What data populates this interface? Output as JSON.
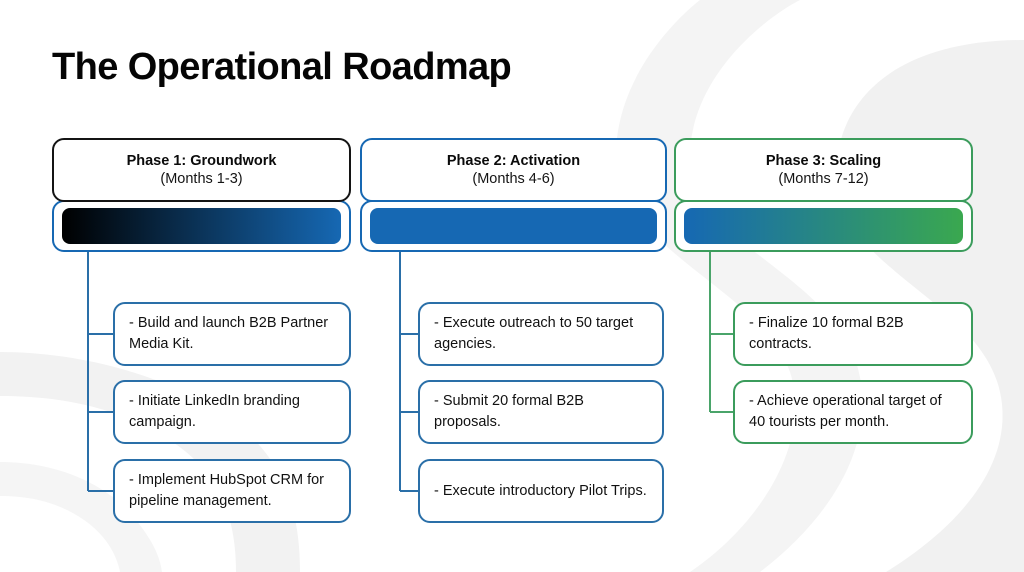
{
  "page": {
    "title": "The Operational Roadmap",
    "background_color": "#ffffff"
  },
  "colors": {
    "blue": "#1668b3",
    "green": "#3b9c5c",
    "black": "#000000",
    "connector_blue": "#2a6fa8",
    "connector_green": "#4aa46a",
    "decor_gray": "#f0f0f0"
  },
  "phases": [
    {
      "id": "phase-1",
      "title": "Phase 1: Groundwork",
      "months": "(Months 1-3)",
      "header_border": "#141414",
      "frame_border": "#1668b3",
      "bar_gradient_from": "#000000",
      "bar_gradient_to": "#1668b3",
      "connector_color": "#2a6fa8",
      "task_border": "#2a6fa8",
      "tasks": [
        "- Build and launch B2B Partner Media Kit.",
        "- Initiate LinkedIn branding campaign.",
        "- Implement HubSpot CRM for pipeline management."
      ]
    },
    {
      "id": "phase-2",
      "title": "Phase 2: Activation",
      "months": "(Months 4-6)",
      "header_border": "#1668b3",
      "frame_border": "#1668b3",
      "bar_gradient_from": "#1668b3",
      "bar_gradient_to": "#1668b3",
      "connector_color": "#2a6fa8",
      "task_border": "#2a6fa8",
      "tasks": [
        "- Execute outreach to 50 target agencies.",
        "- Submit 20 formal B2B proposals.",
        "- Execute introductory Pilot Trips."
      ]
    },
    {
      "id": "phase-3",
      "title": "Phase 3: Scaling",
      "months": "(Months 7-12)",
      "header_border": "#3b9c5c",
      "frame_border": "#3b9c5c",
      "bar_gradient_from": "#1668b3",
      "bar_gradient_to": "#3aa84f",
      "connector_color": "#4aa46a",
      "task_border": "#3b9c5c",
      "tasks": [
        "- Finalize 10 formal B2B contracts.",
        "- Achieve operational target of 40 tourists per month."
      ]
    }
  ]
}
